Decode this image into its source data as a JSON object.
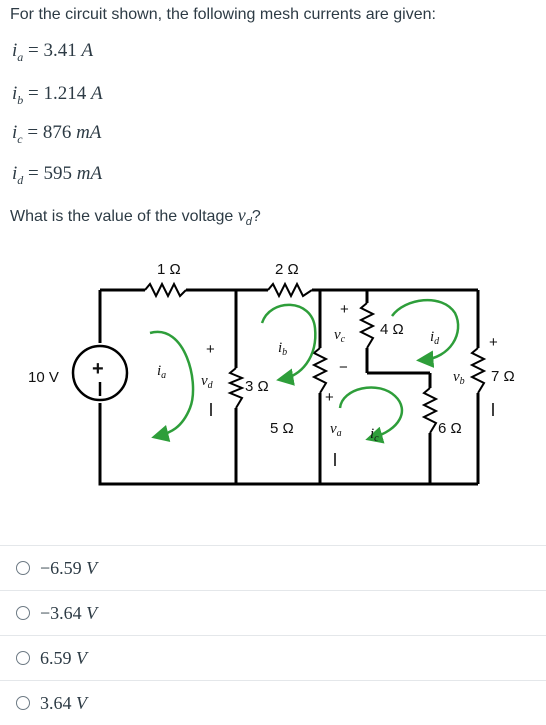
{
  "prompt": "For the circuit shown, the following mesh currents are given:",
  "currents": [
    {
      "sym": "i",
      "sub": "a",
      "value": "3.41",
      "unit": "A"
    },
    {
      "sym": "i",
      "sub": "b",
      "value": "1.214",
      "unit": "A"
    },
    {
      "sym": "i",
      "sub": "c",
      "value": "876",
      "unit": "mA"
    },
    {
      "sym": "i",
      "sub": "d",
      "value": "595",
      "unit": "mA"
    }
  ],
  "question": {
    "pre": "What is the value of the voltage ",
    "sym": "v",
    "sub": "d",
    "post": "?"
  },
  "circuit": {
    "source": "10 V",
    "r1": "1 Ω",
    "r2": "2 Ω",
    "r3": "3 Ω",
    "r4": "4 Ω",
    "r5": "5 Ω",
    "r6": "6 Ω",
    "r7": "7 Ω",
    "plus": "+",
    "minus": "−",
    "v_sym": "v",
    "i_sym": "i",
    "sub_a": "a",
    "sub_b": "b",
    "sub_c": "c",
    "sub_d": "d"
  },
  "answers": [
    {
      "value": "−6.59",
      "unit": "V"
    },
    {
      "value": "−3.64",
      "unit": "V"
    },
    {
      "value": "6.59",
      "unit": "V"
    },
    {
      "value": "3.64",
      "unit": "V"
    }
  ],
  "colors": {
    "mesh_arrow": "#2e9e3a",
    "text": "#2d3b45",
    "wire": "#000000"
  }
}
